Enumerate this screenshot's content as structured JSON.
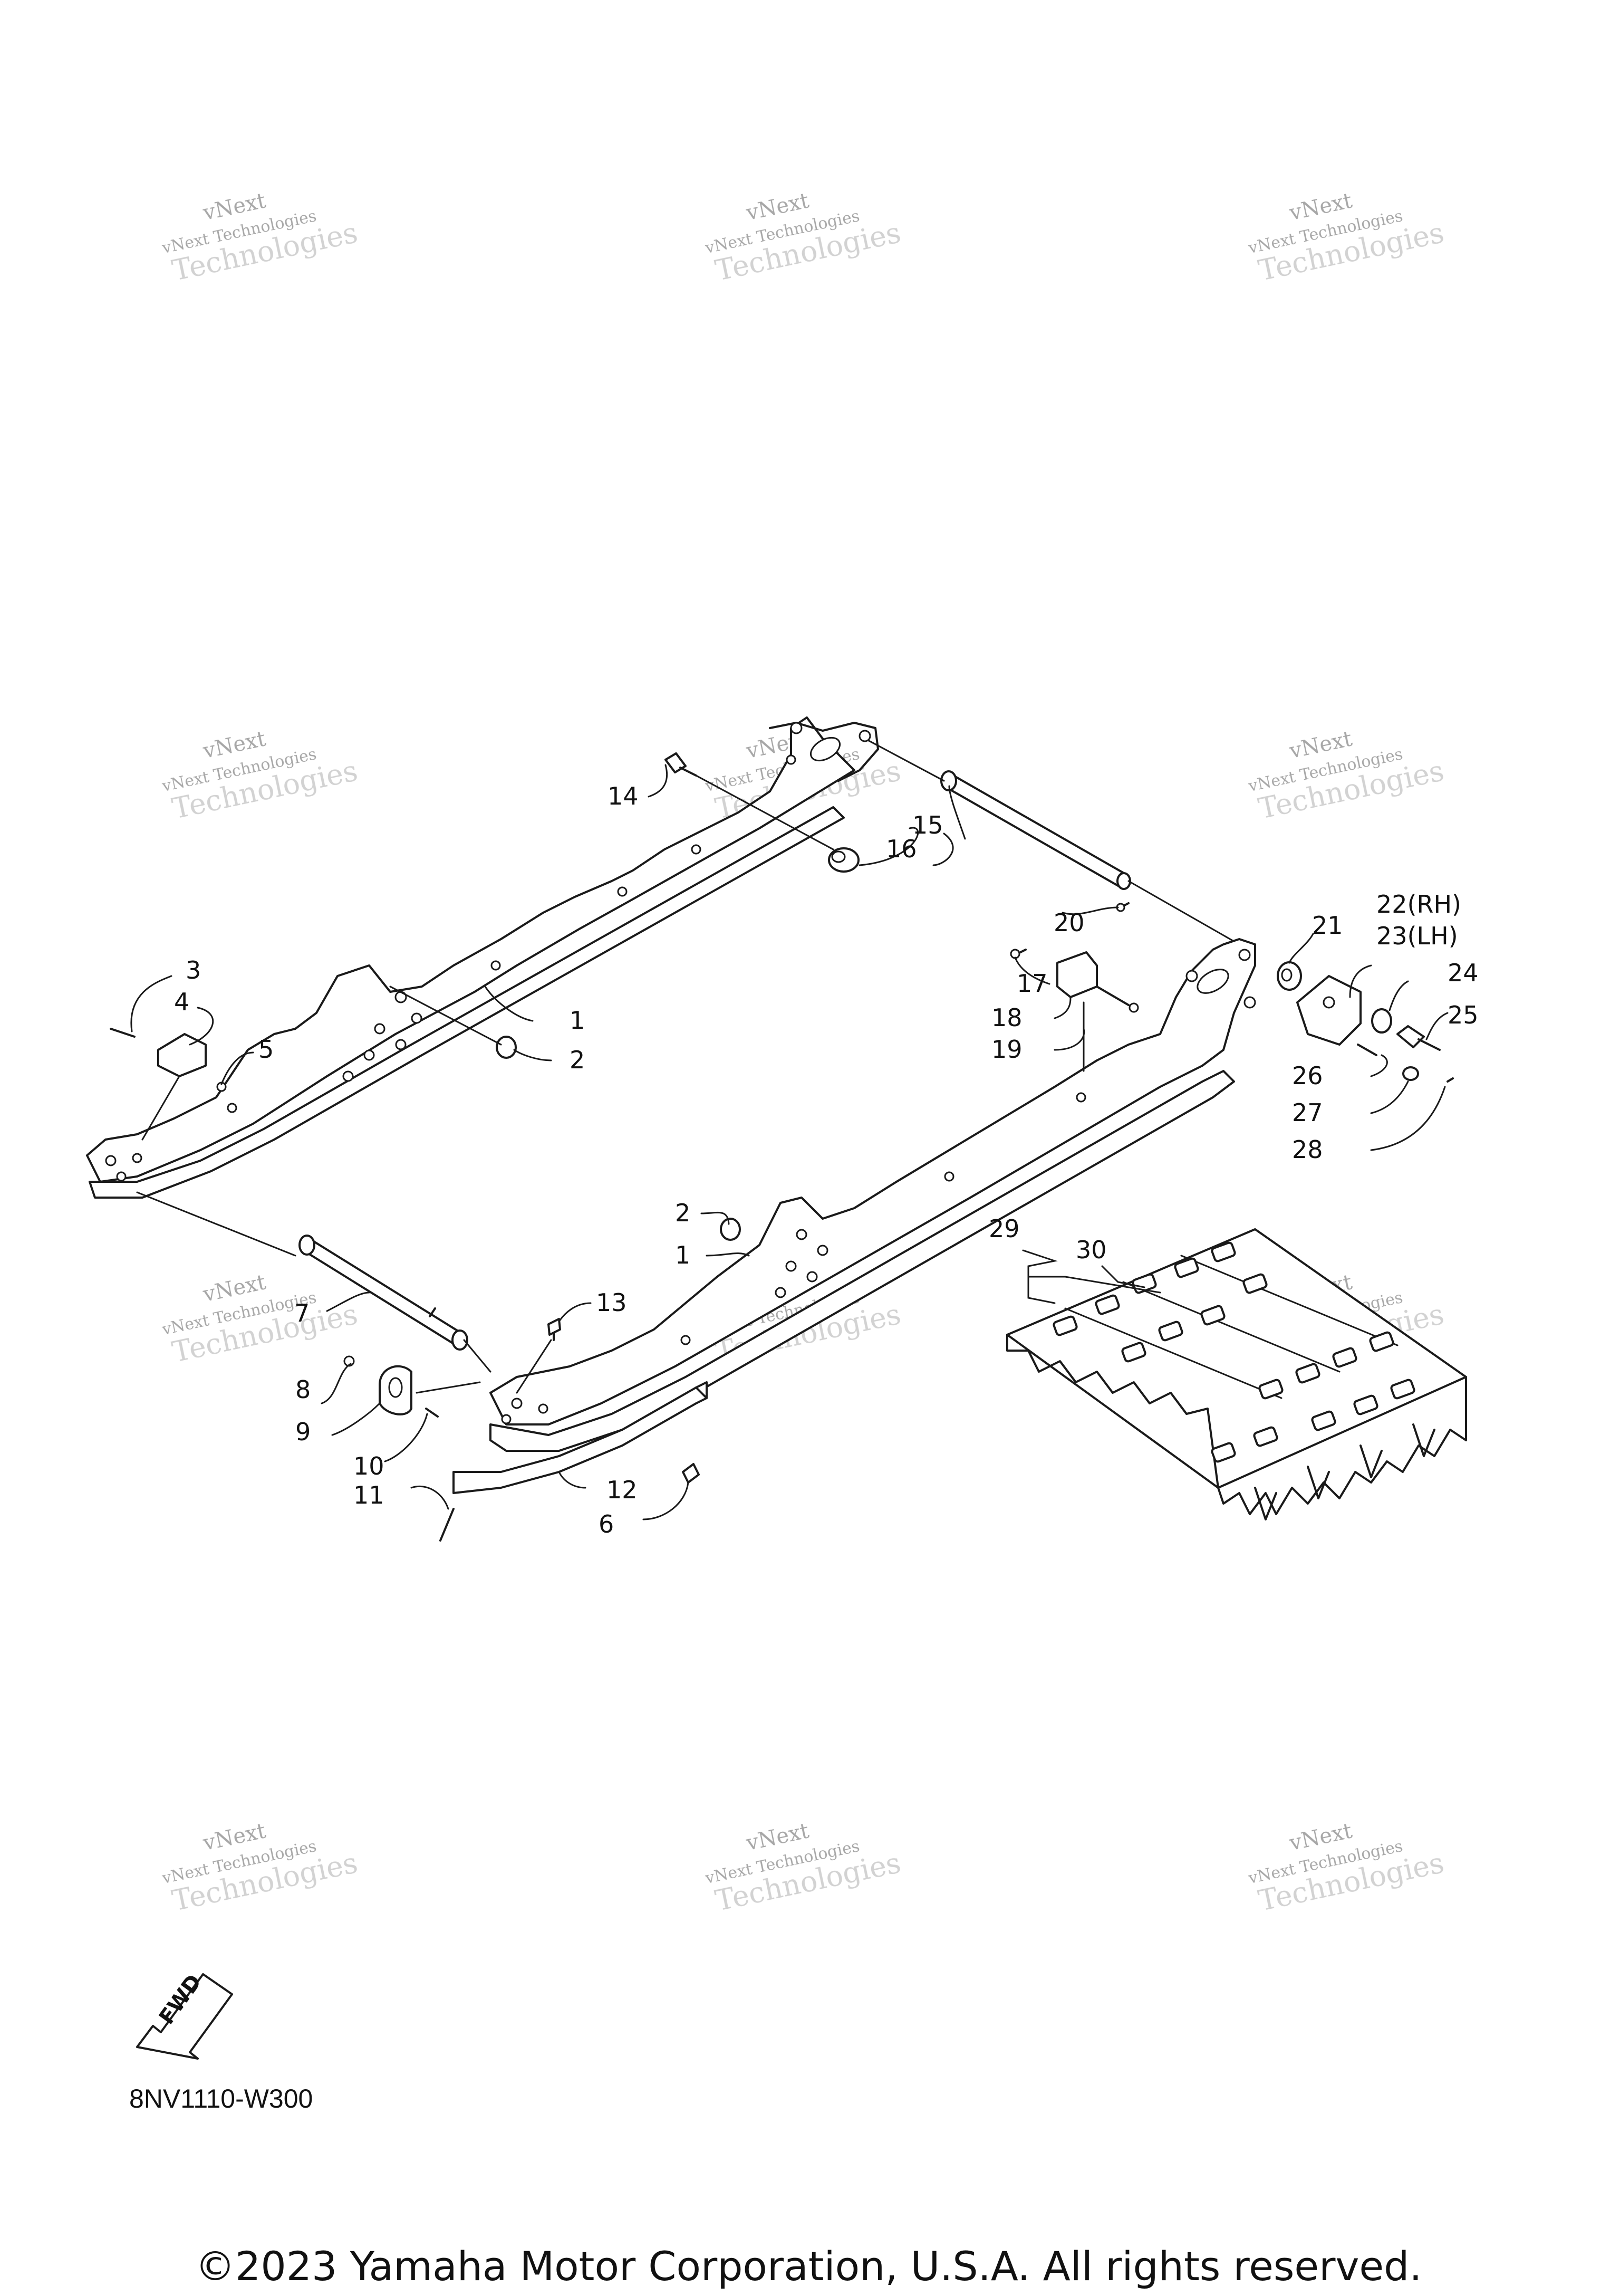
{
  "watermark": {
    "line1": "vNext",
    "line2": "vNext Technologies",
    "line3": "Technologies"
  },
  "diagram_code": "8NV1110-W300",
  "copyright": "©2023 Yamaha Motor Corporation, U.S.A. All rights reserved.",
  "fwd_label": "FWD",
  "callouts": [
    {
      "id": "c1a",
      "text": "1"
    },
    {
      "id": "c1b",
      "text": "1"
    },
    {
      "id": "c2a",
      "text": "2"
    },
    {
      "id": "c2b",
      "text": "2"
    },
    {
      "id": "c3",
      "text": "3"
    },
    {
      "id": "c4",
      "text": "4"
    },
    {
      "id": "c5",
      "text": "5"
    },
    {
      "id": "c6",
      "text": "6"
    },
    {
      "id": "c7",
      "text": "7"
    },
    {
      "id": "c8",
      "text": "8"
    },
    {
      "id": "c9",
      "text": "9"
    },
    {
      "id": "c10",
      "text": "10"
    },
    {
      "id": "c11",
      "text": "11"
    },
    {
      "id": "c12",
      "text": "12"
    },
    {
      "id": "c13",
      "text": "13"
    },
    {
      "id": "c14",
      "text": "14"
    },
    {
      "id": "c15",
      "text": "15"
    },
    {
      "id": "c16",
      "text": "16"
    },
    {
      "id": "c17",
      "text": "17"
    },
    {
      "id": "c18",
      "text": "18"
    },
    {
      "id": "c19",
      "text": "19"
    },
    {
      "id": "c20",
      "text": "20"
    },
    {
      "id": "c21",
      "text": "21"
    },
    {
      "id": "c22",
      "text": "22(RH)"
    },
    {
      "id": "c23",
      "text": "23(LH)"
    },
    {
      "id": "c24",
      "text": "24"
    },
    {
      "id": "c25",
      "text": "25"
    },
    {
      "id": "c26",
      "text": "26"
    },
    {
      "id": "c27",
      "text": "27"
    },
    {
      "id": "c28",
      "text": "28"
    },
    {
      "id": "c29",
      "text": "29"
    },
    {
      "id": "c30",
      "text": "30"
    }
  ]
}
